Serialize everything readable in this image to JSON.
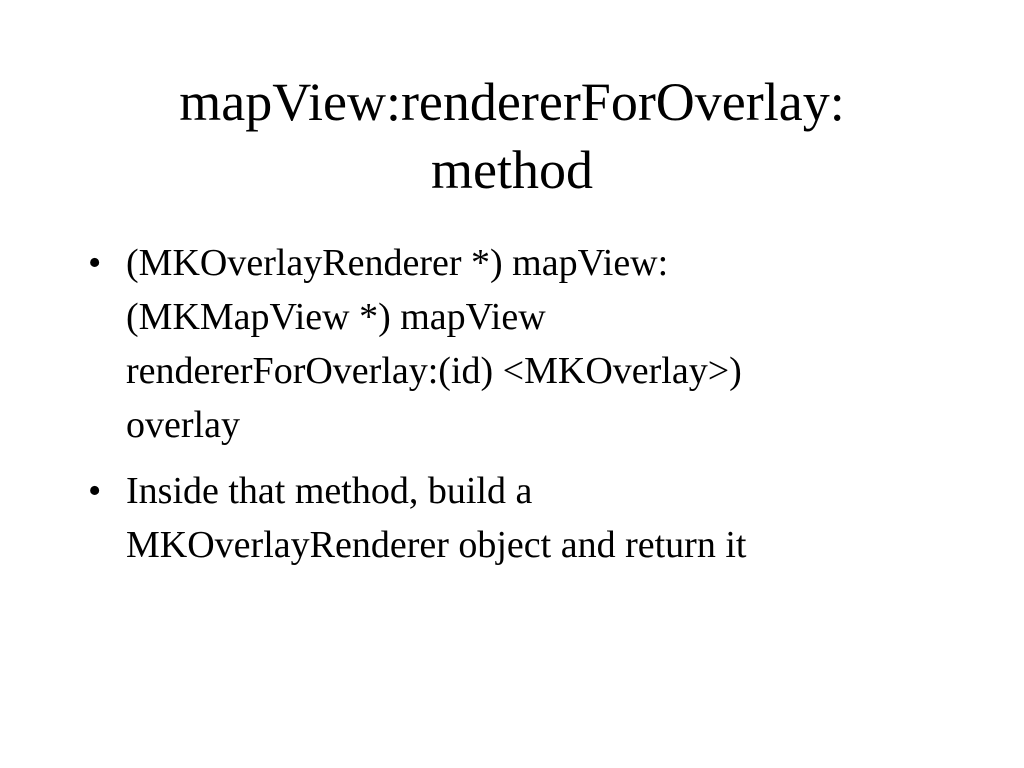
{
  "slide": {
    "title_lines": [
      "mapView:rendererForOverlay:",
      "method"
    ],
    "bullet_marker": "•",
    "bullets": [
      {
        "lines": [
          "(MKOverlayRenderer *) mapView:",
          "(MKMapView *) mapView",
          "rendererForOverlay:(id) <MKOverlay>)",
          "overlay"
        ]
      },
      {
        "lines": [
          "Inside that method, build a",
          "MKOverlayRenderer object and return it"
        ]
      }
    ]
  }
}
